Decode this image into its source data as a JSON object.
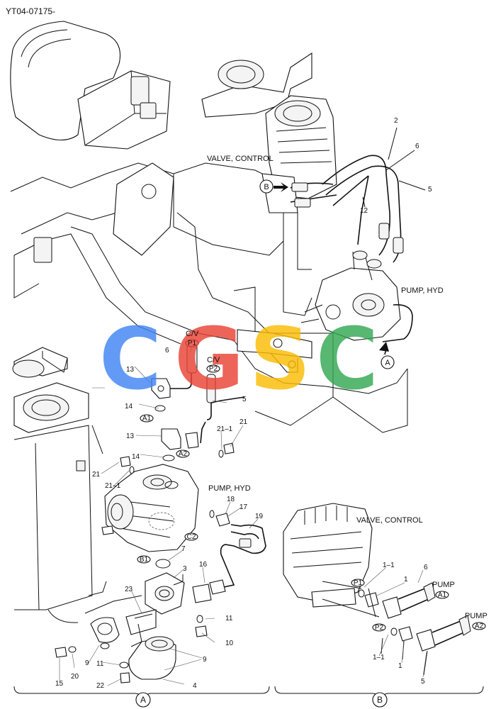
{
  "header": {
    "ref_code": "YT04-07175-"
  },
  "component_labels": {
    "valve_control_top": "VALVE, CONTROL",
    "pump_hyd_top": "PUMP, HYD",
    "pump_hyd_mid": "PUMP, HYD",
    "valve_control_detail": "VALVE, CONTROL",
    "pump_a1": "PUMP",
    "pump_a2": "PUMP",
    "cv_1": "C/V",
    "cv_2": "C/V"
  },
  "callouts": {
    "n2": "2",
    "n6_top": "6",
    "n5_top": "5",
    "n12": "12",
    "n6_mid": "6",
    "n13_mid": "13",
    "n5_mid": "5",
    "n14_mid": "14",
    "n13_low": "13",
    "n14_low": "14",
    "n21_1_right": "21–1",
    "n21_right": "21",
    "n21_left": "21",
    "n21_1_left": "21–1",
    "n18": "18",
    "n17": "17",
    "n19": "19",
    "n7": "7",
    "n3": "3",
    "n16": "16",
    "n23": "23",
    "n11_right": "11",
    "n10": "10",
    "n9_left": "9",
    "n9_right": "9",
    "n11_low": "11",
    "n15": "15",
    "n20": "20",
    "n22": "22",
    "n4": "4",
    "n1_1_top": "1–1",
    "n1_top": "1",
    "n6_detail": "6",
    "n1_1_low": "1–1",
    "n1_low": "1",
    "n5_detail": "5"
  },
  "port_tags": {
    "p1_a": "P1",
    "p2_a": "P2",
    "a1_a": "A1",
    "a2_a": "A2",
    "c2": "C2",
    "b1": "B1",
    "p1_b": "P1",
    "p2_b": "P2",
    "a1_b": "A1",
    "a2_b": "A2"
  },
  "view_markers": {
    "a_arrow": "A",
    "b_arrow": "B",
    "a_view": "A",
    "b_view": "B"
  },
  "watermark": {
    "letters": [
      "C",
      "G",
      "S",
      "C"
    ],
    "colors": [
      "#4285F4",
      "#EA4335",
      "#FBBC05",
      "#34A853"
    ]
  }
}
